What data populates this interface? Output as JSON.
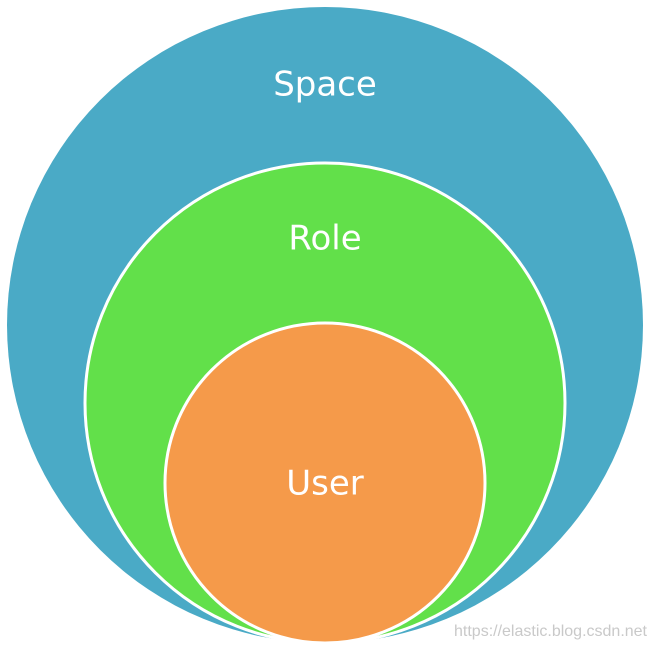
{
  "diagram": {
    "outer": {
      "label": "Space",
      "color": "#4aaac6"
    },
    "middle": {
      "label": "Role",
      "color": "#62e04a"
    },
    "inner": {
      "label": "User",
      "color": "#f59a4a"
    }
  },
  "watermark": {
    "text": "https://elastic.blog.csdn.net"
  }
}
